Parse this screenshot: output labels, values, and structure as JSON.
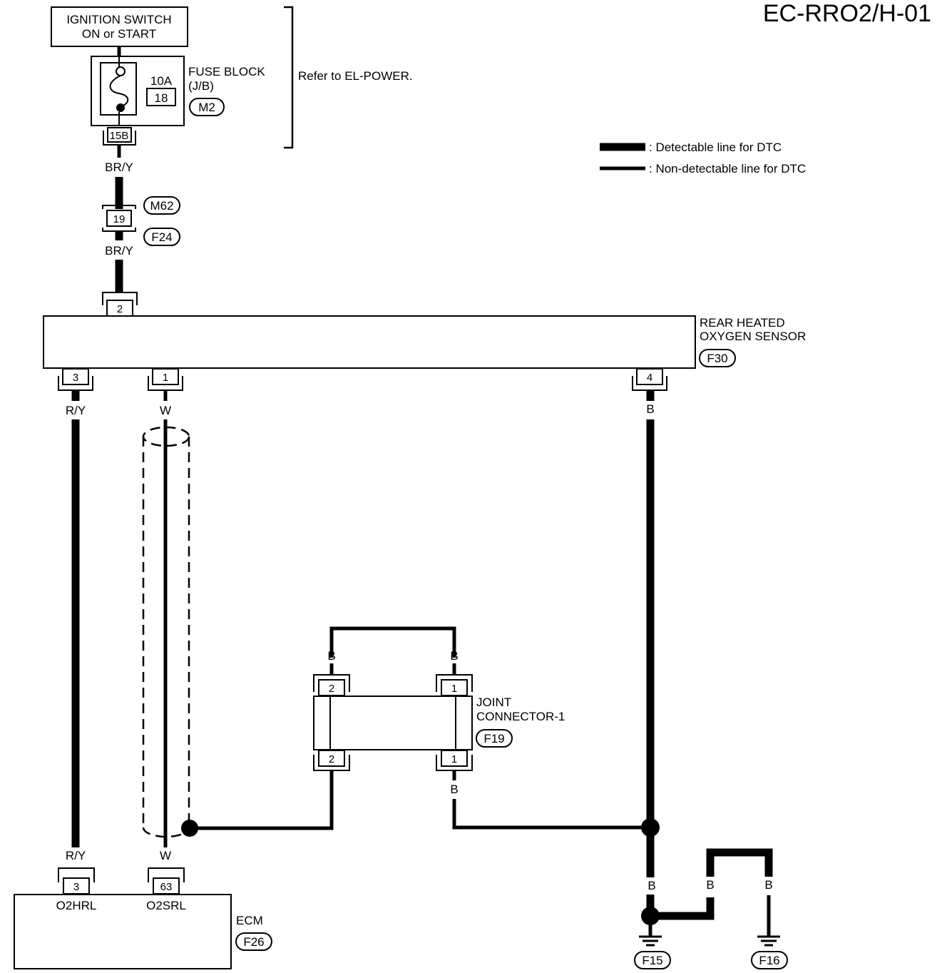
{
  "page_id": "EC-RRO2/H-01",
  "ignition": {
    "line1": "IGNITION SWITCH",
    "line2": "ON or START"
  },
  "fuse": {
    "rating": "10A",
    "number": "18",
    "name_line1": "FUSE BLOCK",
    "name_line2": "(J/B)",
    "connector": "M2",
    "terminal": "15B"
  },
  "refer_note": "Refer to EL-POWER.",
  "legend": {
    "detectable": ": Detectable line for DTC",
    "non_detectable": ": Non-detectable line for DTC"
  },
  "inline_connector": {
    "pin": "19",
    "conn_top": "M62",
    "conn_bottom": "F24"
  },
  "wire_colors": {
    "br_y": "BR/Y",
    "r_y": "R/Y",
    "w": "W",
    "b": "B"
  },
  "sensor": {
    "name_line1": "REAR HEATED",
    "name_line2": "OXYGEN SENSOR",
    "connector": "F30",
    "pin_power": "2",
    "pin_heater": "3",
    "pin_signal": "1",
    "pin_ground": "4"
  },
  "joint": {
    "name_line1": "JOINT",
    "name_line2": "CONNECTOR-1",
    "connector": "F19",
    "pin_a": "2",
    "pin_b": "1"
  },
  "ecm": {
    "name": "ECM",
    "connector": "F26",
    "pin_heater": "3",
    "pin_signal": "63",
    "term_heater": "O2HRL",
    "term_signal": "O2SRL"
  },
  "grounds": {
    "g1": "F15",
    "g2": "F16"
  }
}
